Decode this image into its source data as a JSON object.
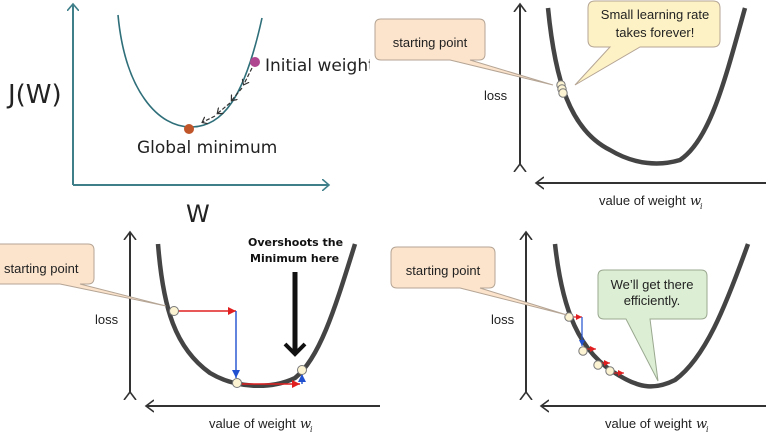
{
  "panel_a": {
    "y_label": "J(W)",
    "x_label": "W",
    "initial_label": "Initial weights",
    "minimum_label": "Global minimum",
    "colors": {
      "curve": "#2f6f7a",
      "axes": "#3f7f8a",
      "start_point": "#b0468f",
      "min_point": "#c0552a"
    }
  },
  "panel_b": {
    "callout": "starting point",
    "speech_line1": "Small learning rate",
    "speech_line2": "takes forever!",
    "y_label": "loss",
    "x_label": "value of weight",
    "x_symbol": "w",
    "x_subscript": "i"
  },
  "panel_c": {
    "callout": "starting point",
    "note_line1": "Overshoots the",
    "note_line2": "Minimum here",
    "y_label": "loss",
    "x_label": "value of weight",
    "x_symbol": "w",
    "x_subscript": "i"
  },
  "panel_d": {
    "callout": "starting point",
    "speech_line1": "We’ll get there",
    "speech_line2": "efficiently.",
    "y_label": "loss",
    "x_label": "value of weight",
    "x_symbol": "w",
    "x_subscript": "i"
  },
  "colors": {
    "callout_fill": "#fbe3cc",
    "callout_stroke": "#b5a595",
    "yellow_fill": "#fdf2c5",
    "green_fill": "#dcefd4",
    "step_red": "#e02020",
    "step_blue": "#2050d0",
    "curve": "#444444",
    "point_fill": "#fbf3d2"
  }
}
